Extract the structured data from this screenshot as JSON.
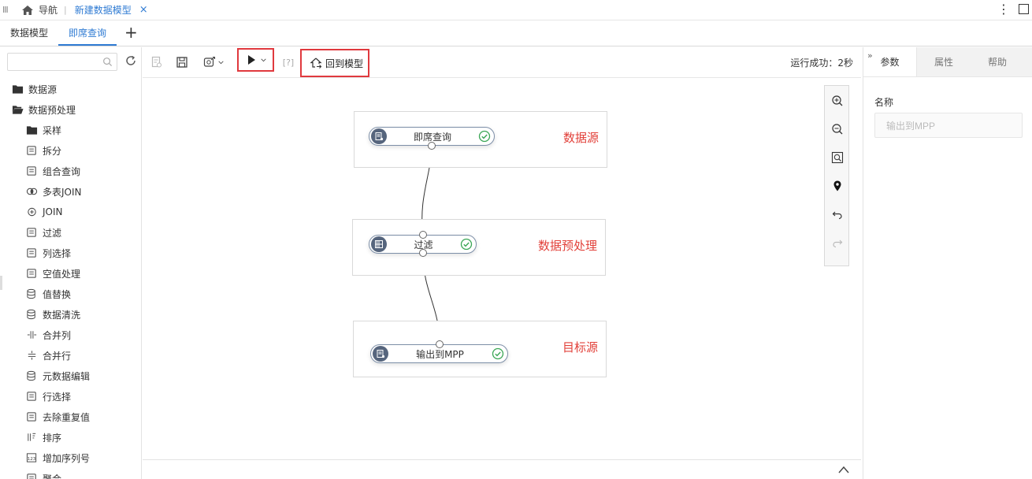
{
  "topbar": {
    "nav_label": "导航",
    "separator": "|",
    "document_tab": "新建数据模型",
    "close_glyph": "×",
    "more_glyph": "⋮"
  },
  "tabs": [
    {
      "label": "数据模型",
      "active": false
    },
    {
      "label": "即席查询",
      "active": true
    }
  ],
  "add_tab_glyph": "+",
  "sidebar": {
    "search_placeholder": "",
    "items": [
      {
        "label": "数据源",
        "icon": "folder-icon",
        "level": 1
      },
      {
        "label": "数据预处理",
        "icon": "folder-open-icon",
        "level": 1
      },
      {
        "label": "采样",
        "icon": "folder-icon",
        "level": 2
      },
      {
        "label": "拆分",
        "icon": "split-icon",
        "level": 2
      },
      {
        "label": "组合查询",
        "icon": "combine-query-icon",
        "level": 2
      },
      {
        "label": "多表JOIN",
        "icon": "multi-join-icon",
        "level": 2
      },
      {
        "label": "JOIN",
        "icon": "join-icon",
        "level": 2
      },
      {
        "label": "过滤",
        "icon": "filter-icon",
        "level": 2
      },
      {
        "label": "列选择",
        "icon": "column-select-icon",
        "level": 2
      },
      {
        "label": "空值处理",
        "icon": "null-handling-icon",
        "level": 2
      },
      {
        "label": "值替换",
        "icon": "value-replace-icon",
        "level": 2
      },
      {
        "label": "数据清洗",
        "icon": "data-clean-icon",
        "level": 2
      },
      {
        "label": "合并列",
        "icon": "merge-column-icon",
        "level": 2
      },
      {
        "label": "合并行",
        "icon": "merge-row-icon",
        "level": 2
      },
      {
        "label": "元数据编辑",
        "icon": "metadata-edit-icon",
        "level": 2
      },
      {
        "label": "行选择",
        "icon": "row-select-icon",
        "level": 2
      },
      {
        "label": "去除重复值",
        "icon": "dedupe-icon",
        "level": 2
      },
      {
        "label": "排序",
        "icon": "sort-icon",
        "level": 2
      },
      {
        "label": "增加序列号",
        "icon": "add-serial-icon",
        "level": 2
      },
      {
        "label": "聚合",
        "icon": "aggregate-icon",
        "level": 2
      }
    ]
  },
  "toolbar": {
    "help_glyph": "[?]",
    "back_to_model_label": "回到模型",
    "run_status": "运行成功：2秒"
  },
  "canvas": {
    "stages": [
      {
        "label": "数据源"
      },
      {
        "label": "数据预处理"
      },
      {
        "label": "目标源"
      }
    ],
    "nodes": [
      {
        "label": "即席查询",
        "status": "success"
      },
      {
        "label": "过滤",
        "status": "success"
      },
      {
        "label": "输出到MPP",
        "status": "success"
      }
    ]
  },
  "right_panel": {
    "collapse_glyph": "»",
    "tabs": [
      {
        "label": "参数",
        "active": true
      },
      {
        "label": "属性",
        "active": false
      },
      {
        "label": "帮助",
        "active": false
      }
    ],
    "name_label": "名称",
    "name_value": "输出到MPP"
  },
  "colors": {
    "accent": "#2f7bd3",
    "highlight_red": "#e0393e",
    "stage_label": "#e2413a",
    "success": "#3aa655",
    "node_icon_bg": "#56657d"
  }
}
